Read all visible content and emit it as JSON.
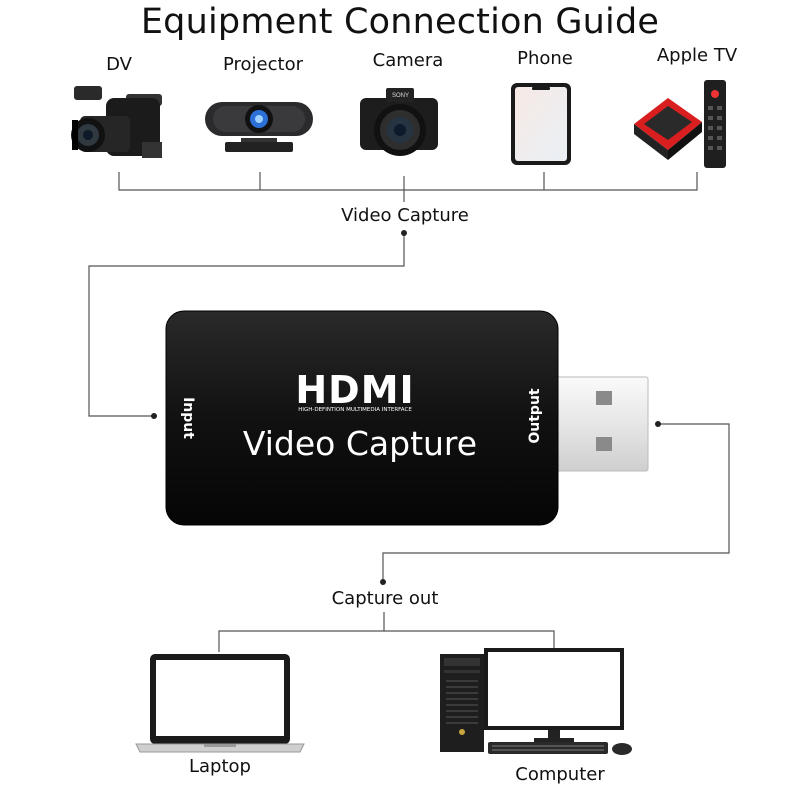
{
  "title": "Equipment Connection Guide",
  "sources": {
    "dv": "DV",
    "projector": "Projector",
    "camera": "Camera",
    "phone": "Phone",
    "apple_tv": "Apple TV"
  },
  "labels": {
    "video_capture": "Video Capture",
    "capture_out": "Capture out"
  },
  "dongle": {
    "brand": "HDMI",
    "brand_sub": "HIGH-DEFINTION MULTIMEDIA INTERFACE",
    "product": "Video Capture",
    "input": "Input",
    "output": "Output",
    "camera_brand": "SONY"
  },
  "outputs": {
    "laptop": "Laptop",
    "computer": "Computer"
  }
}
